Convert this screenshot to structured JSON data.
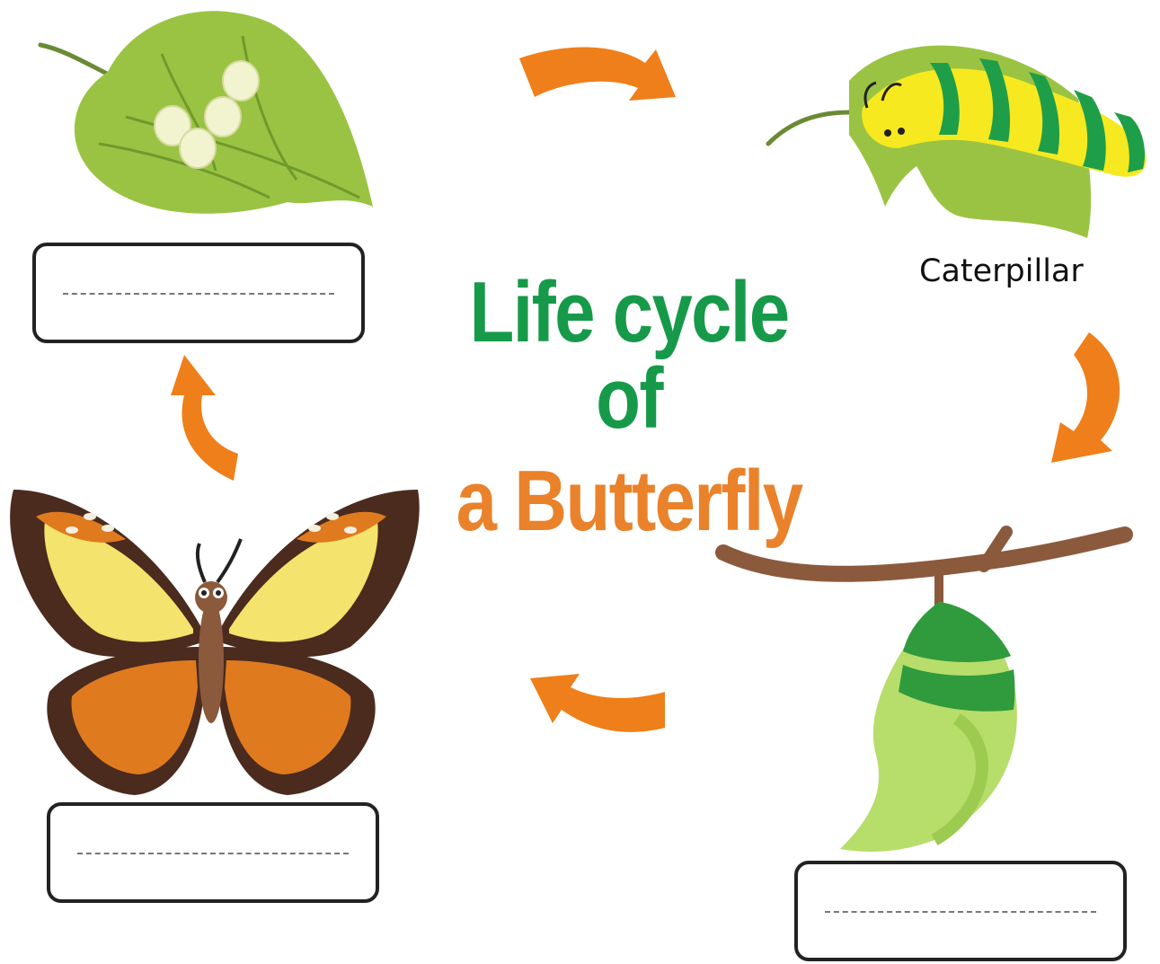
{
  "title": {
    "line1": "Life cycle of",
    "line2_a": "a",
    "line2_b": "Butterfly",
    "line1_color": "#169a4a",
    "line2_color": "#e9822b"
  },
  "stages": [
    {
      "name": "egg",
      "caption": "",
      "has_blank_box": true
    },
    {
      "name": "caterpillar",
      "caption": "Caterpillar",
      "has_blank_box": false
    },
    {
      "name": "pupa",
      "caption": "",
      "has_blank_box": true
    },
    {
      "name": "butterfly",
      "caption": "",
      "has_blank_box": true
    }
  ],
  "colors": {
    "arrow": "#ef7f1a",
    "leaf": "#9bc343",
    "leaf_light": "#b2d25d",
    "caterpillar_body": "#f6e91f",
    "caterpillar_stripe": "#1f9e4a",
    "branch": "#8b5a3c",
    "chrysalis_dark": "#2f9b3c",
    "chrysalis_light": "#b7dd6b",
    "wing_dark": "#4a2b1e",
    "wing_orange": "#e07a1f",
    "wing_yellow": "#f4e36c"
  },
  "icons": [
    "leaf-eggs-icon",
    "caterpillar-icon",
    "chrysalis-icon",
    "butterfly-icon",
    "cycle-arrow-icon"
  ]
}
